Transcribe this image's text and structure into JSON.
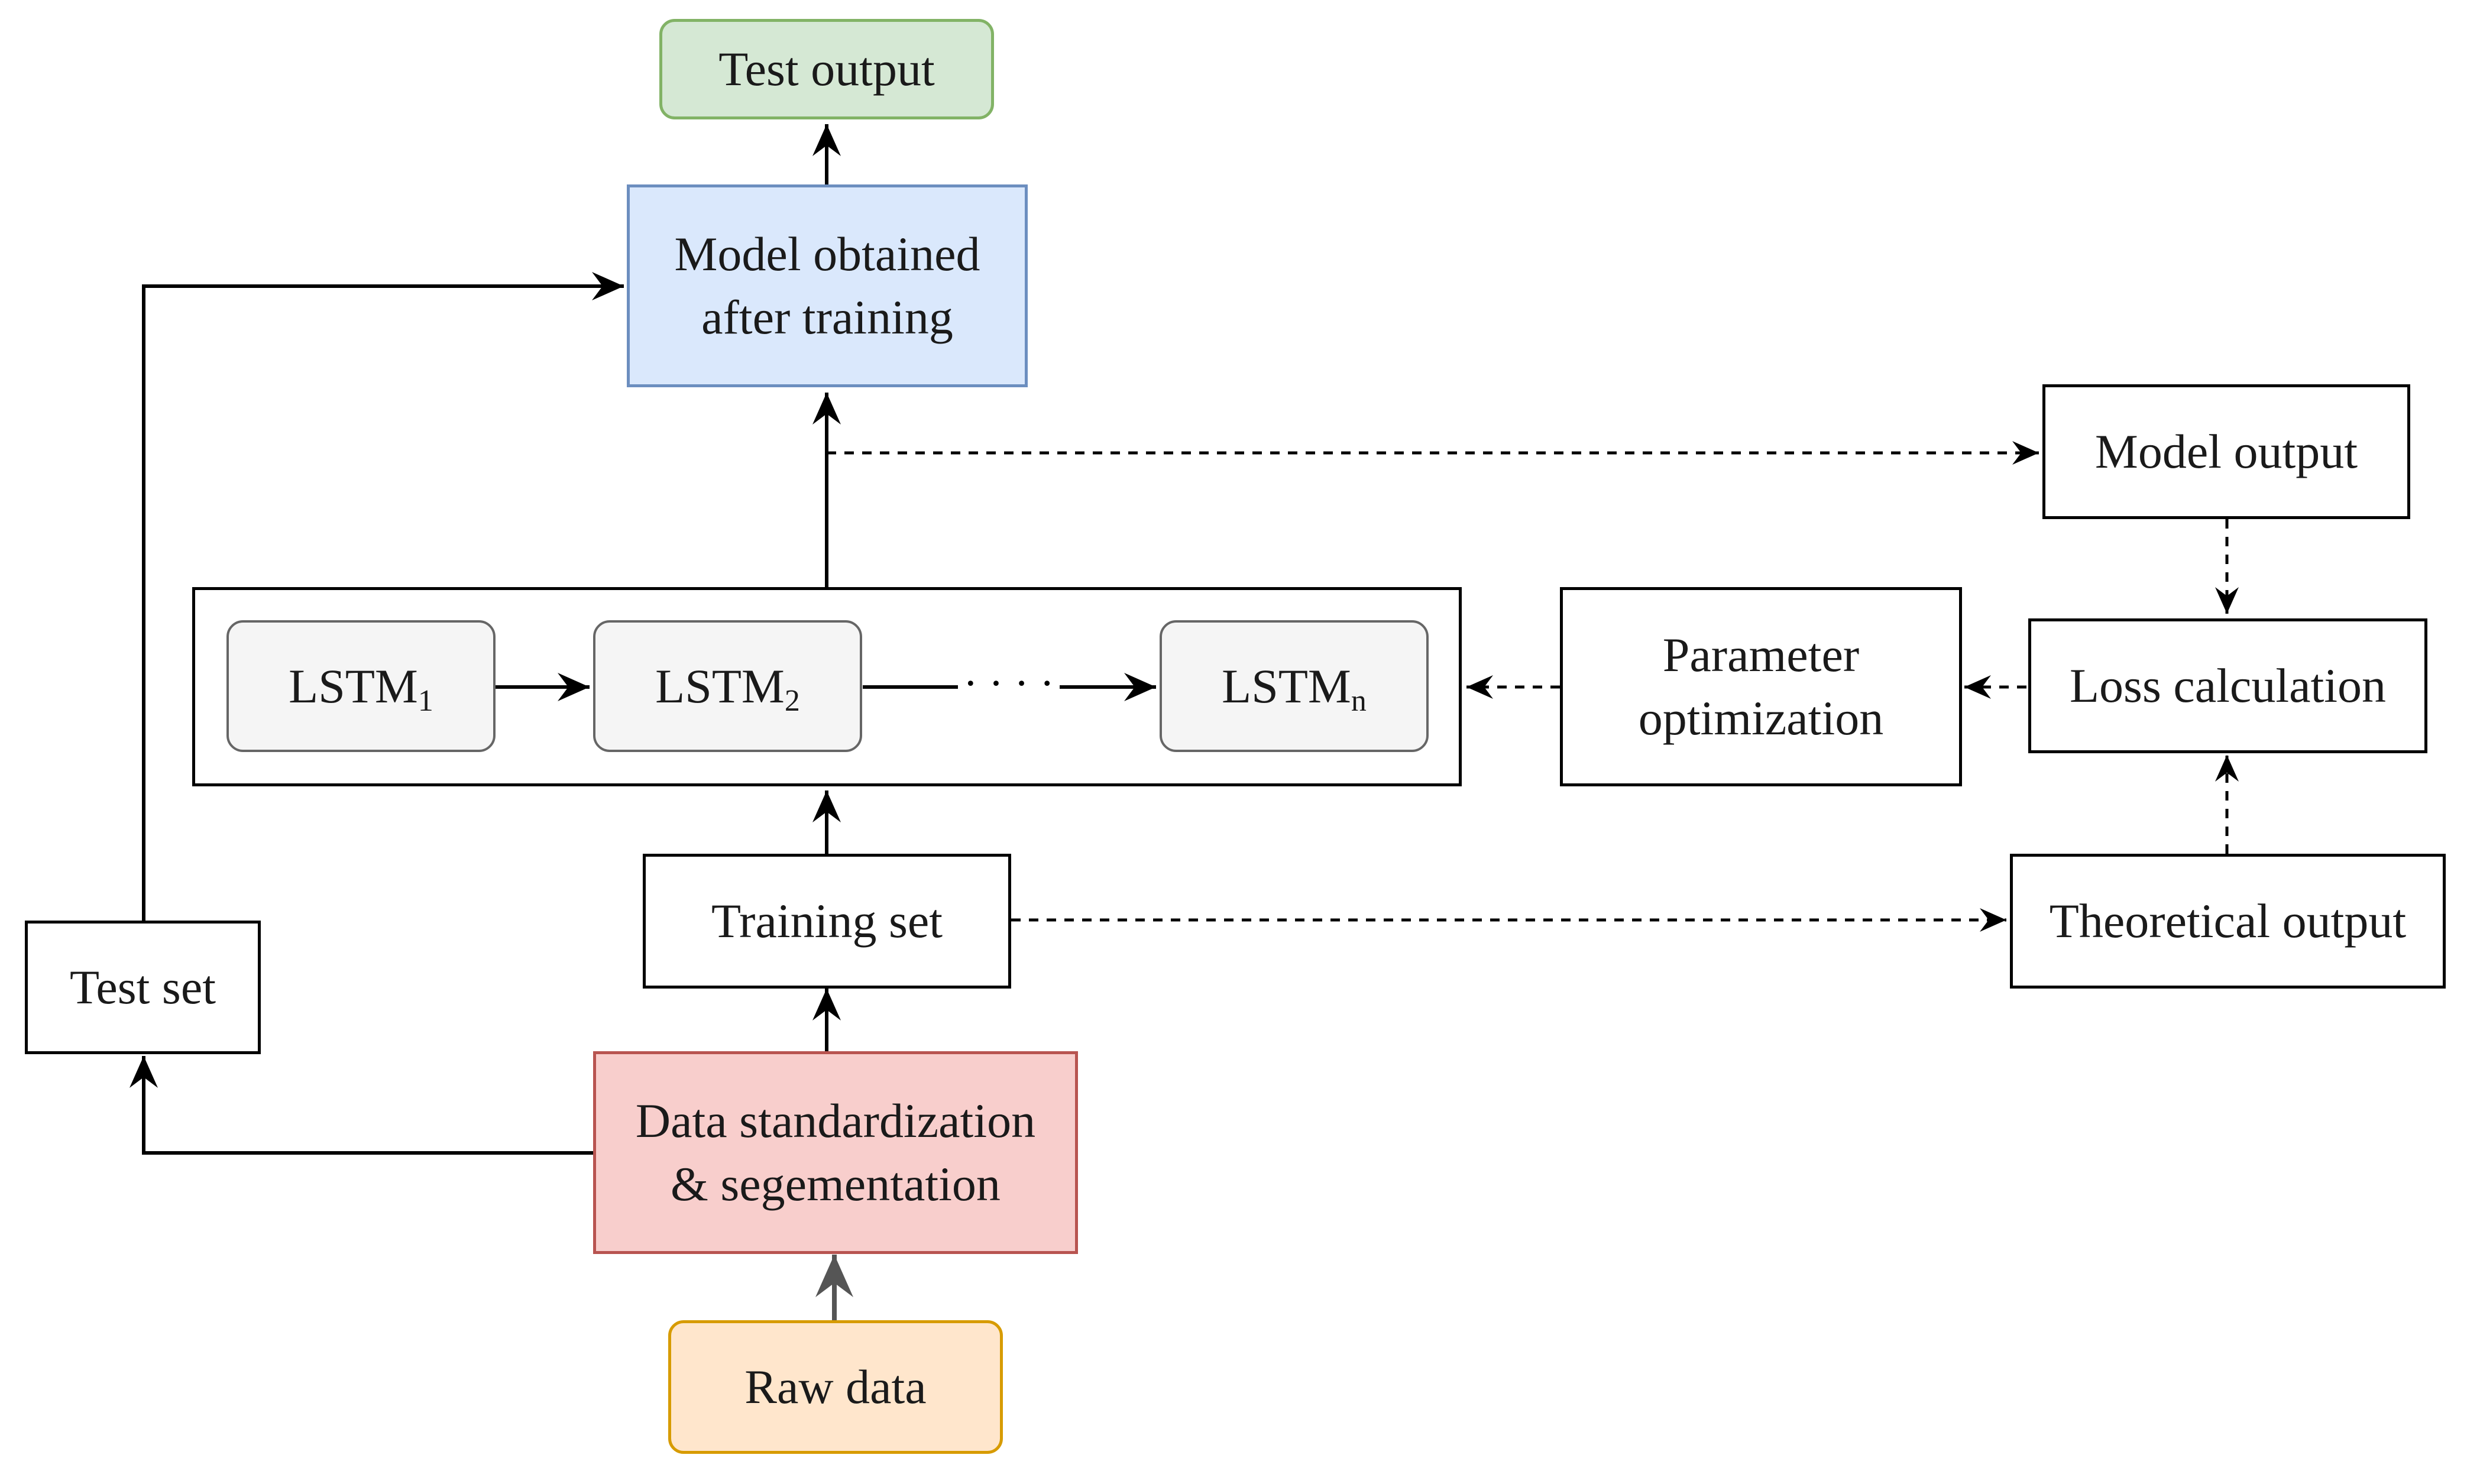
{
  "colors": {
    "line": "#000000",
    "raw_data_fill": "#FFE6CC",
    "raw_data_border": "#D79B00",
    "standardize_fill": "#F8CECC",
    "standardize_border": "#B85450",
    "model_fill": "#DAE8FC",
    "model_border": "#6C8EBF",
    "test_output_fill": "#D5E8D4",
    "test_output_border": "#82B366",
    "lstm_fill": "#F5F5F5",
    "lstm_border": "#666666"
  },
  "nodes": {
    "test_output": "Test output",
    "model_trained": "Model obtained\nafter training",
    "model_output": "Model output",
    "loss_calculation": "Loss calculation",
    "parameter_optimization": "Parameter\noptimization",
    "theoretical_output": "Theoretical output",
    "training_set": "Training set",
    "test_set": "Test set",
    "data_standardization": "Data standardization\n& segementation",
    "raw_data": "Raw data"
  },
  "lstm": [
    {
      "base": "LSTM",
      "sub": "1"
    },
    {
      "base": "LSTM",
      "sub": "2"
    },
    {
      "base": "LSTM",
      "sub": "n"
    }
  ],
  "lstm_gap": "· · · ·",
  "edges": [
    {
      "from": "raw_data",
      "to": "data_standardization",
      "style": "solid"
    },
    {
      "from": "data_standardization",
      "to": "training_set",
      "style": "solid"
    },
    {
      "from": "data_standardization",
      "to": "test_set",
      "style": "solid"
    },
    {
      "from": "training_set",
      "to": "lstm_block",
      "style": "solid"
    },
    {
      "from": "lstm_block",
      "to": "model_trained",
      "style": "solid"
    },
    {
      "from": "test_set",
      "to": "model_trained",
      "style": "solid"
    },
    {
      "from": "model_trained",
      "to": "test_output",
      "style": "solid"
    },
    {
      "from": "model_trained",
      "to": "model_output",
      "style": "dashed"
    },
    {
      "from": "training_set",
      "to": "theoretical_output",
      "style": "dashed"
    },
    {
      "from": "model_output",
      "to": "loss_calculation",
      "style": "dashed"
    },
    {
      "from": "theoretical_output",
      "to": "loss_calculation",
      "style": "dashed"
    },
    {
      "from": "loss_calculation",
      "to": "parameter_optimization",
      "style": "dashed"
    },
    {
      "from": "parameter_optimization",
      "to": "lstm_block",
      "style": "dashed"
    },
    {
      "from": "lstm_1",
      "to": "lstm_2",
      "style": "solid"
    },
    {
      "from": "lstm_2",
      "to": "lstm_n",
      "style": "solid"
    }
  ]
}
